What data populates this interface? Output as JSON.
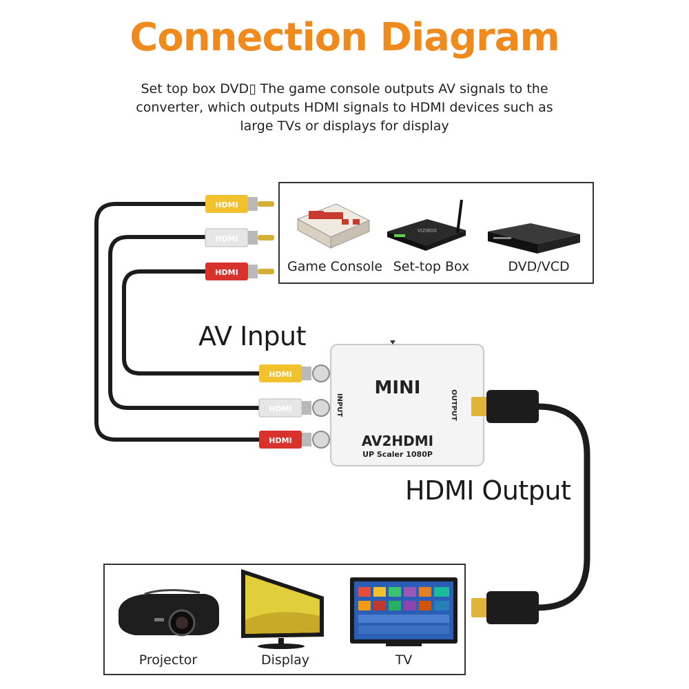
{
  "title": "Connection Diagram",
  "subtitle": "Set top box DVD▯ The game console outputs AV signals to the converter, which outputs HDMI signals to HDMI devices such as large TVs or displays for display",
  "labels": {
    "av_input": "AV Input",
    "hdmi_output": "HDMI Output"
  },
  "sources": [
    {
      "label": "Game Console",
      "icon": "game-console-icon"
    },
    {
      "label": "Set-top Box",
      "icon": "set-top-box-icon"
    },
    {
      "label": "DVD/VCD",
      "icon": "dvd-player-icon"
    }
  ],
  "outputs": [
    {
      "label": "Projector",
      "icon": "projector-icon"
    },
    {
      "label": "Display",
      "icon": "monitor-icon"
    },
    {
      "label": "TV",
      "icon": "tv-icon"
    }
  ],
  "converter": {
    "brand": "MINI",
    "model": "AV2HDMI",
    "spec": "UP Scaler 1080P",
    "input_port": "INPUT",
    "output_port": "OUTPUT"
  },
  "rca_plug_text": "HDMI",
  "colors": {
    "title": "#f08a1c",
    "rca_yellow": "#f2c12e",
    "rca_white": "#e6e6e6",
    "rca_red": "#d8322c",
    "hdmi_tip": "#e0b43a",
    "cable": "#1c1c1c"
  }
}
